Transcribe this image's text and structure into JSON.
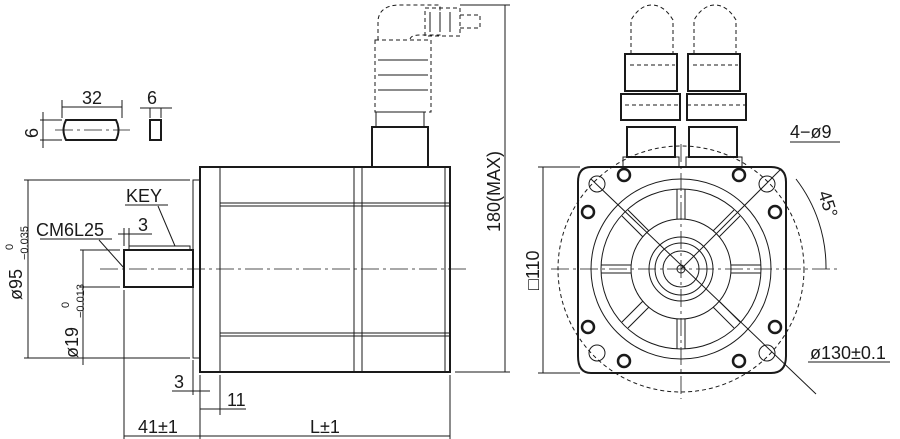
{
  "labels": {
    "key_length": "32",
    "key_width": "6",
    "key_height": "6",
    "key": "KEY",
    "tap": "CM6L25",
    "key_offset": "3",
    "pilot_dia": "ø95",
    "pilot_tol_upper": "0",
    "pilot_tol_lower": "−0.035",
    "shaft_dia": "ø19",
    "shaft_tol_upper": "0",
    "shaft_tol_lower": "−0.013",
    "flange_thickness": "3",
    "flange_to_body": "11",
    "shaft_length": "41±1",
    "body_length": "L±1",
    "height_max": "180(MAX)",
    "square": "□110",
    "mount_holes": "4−ø9",
    "angle": "45°",
    "bolt_circle": "ø130±0.1"
  }
}
